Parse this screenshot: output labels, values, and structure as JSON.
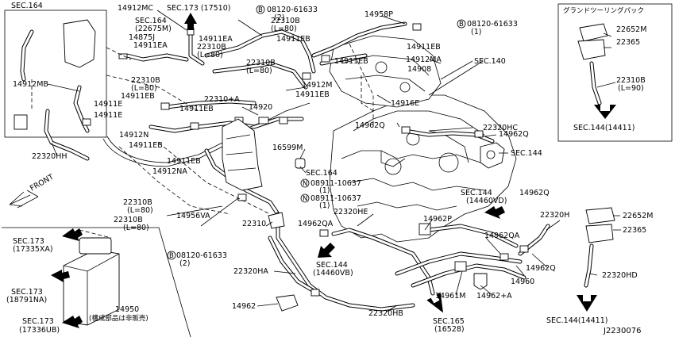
{
  "diagram_id": "J2230076",
  "labels": {
    "sec164_box_title": "SEC.164",
    "l_14912mc": "14912MC",
    "l_sec173_17510": "SEC.173 (17510)",
    "l_bolt_top1": "08120-61633",
    "l_bolt_top1_qty": "(2)",
    "l_sec164_22675m_a": "SEC.164",
    "l_sec164_22675m_b": "(22675M)",
    "l_14875j": "14875J",
    "l_14911ea_1": "14911EA",
    "l_14911ea_2": "14911EA",
    "l_22310b_l80_a": "22310B",
    "l_l80_a": "(L=80)",
    "l_22310b_l80_b": "22310B",
    "l_l80_b": "(L=80)",
    "l_14911eb_top": "14911EB",
    "l_22310b_l80_c": "22310B",
    "l_l80_c": "(L=80)",
    "l_14958p": "14958P",
    "l_bolt_top2": "08120-61633",
    "l_bolt_top2_qty": "(1)",
    "l_14911eb_r1": "14911EB",
    "l_14911eb_r2": "14911EB",
    "l_14912ma": "14912MA",
    "l_14908": "14908",
    "l_sec140": "SEC.140",
    "l_14912mb": "14912MB",
    "l_22310b_l80_d": "22310B",
    "l_l80_d": "(L=80)",
    "l_14911e_1": "14911E",
    "l_14911eb_l": "14911EB",
    "l_14911e_2": "14911E",
    "l_14911eb_m": "14911EB",
    "l_22310a": "22310+A",
    "l_14920": "14920",
    "l_14912m": "14912M",
    "l_14911eb_m2": "14911EB",
    "l_14916e": "14916E",
    "l_22320hc": "22320HC",
    "l_14962q_1": "14962Q",
    "l_14962q_2": "14962Q",
    "l_sec144_r": "SEC.144",
    "l_22320hh": "22320HH",
    "l_14912n": "14912N",
    "l_14911eb_l2": "14911EB",
    "l_16599m": "16599M",
    "l_14911eb_l3": "14911EB",
    "l_14912na": "14912NA",
    "l_sec164_c": "SEC.164",
    "l_nut1": "08911-10637",
    "l_nut1_qty": "(1)",
    "l_nut2": "08911-10637",
    "l_nut2_qty": "(1)",
    "l_front": "FRONT",
    "l_22310b_l80_e": "22310B",
    "l_l80_e": "(L=80)",
    "l_22310b_l80_f": "22310B",
    "l_l80_f": "(L=80)",
    "l_14956va": "14956VA",
    "l_22310": "22310",
    "l_22320he": "22320HE",
    "l_sec144_14460vd_a": "SEC.144",
    "l_sec144_14460vd_b": "(14460VD)",
    "l_14962q_3": "14962Q",
    "l_22320h": "22320H",
    "l_14962qa_1": "14962QA",
    "l_14962p": "14962P",
    "l_14962qa_2": "14962QA",
    "l_22652m_2": "22652M",
    "l_22365_2": "22365",
    "l_bolt_low": "08120-61633",
    "l_bolt_low_qty": "(2)",
    "l_sec144_14460vb_a": "SEC.144",
    "l_sec144_14460vb_b": "(14460VB)",
    "l_14962q_4": "14962Q",
    "l_22320ha": "22320HA",
    "l_14960": "14960",
    "l_22320hd": "22320HD",
    "l_14961m": "14961M",
    "l_14962a": "14962+A",
    "l_14962": "14962",
    "l_22320hb": "22320HB",
    "l_sec165_a": "SEC.165",
    "l_sec165_b": "(16528)",
    "l_sec144_14411_low": "SEC.144(14411)",
    "l_box_sec173_17335xa_a": "SEC.173",
    "l_box_sec173_17335xa_b": "(17335XA)",
    "l_box_sec173_18791na_a": "SEC.173",
    "l_box_sec173_18791na_b": "(18791NA)",
    "l_box_sec173_17336ub_a": "SEC.173",
    "l_box_sec173_17336ub_b": "(17336UB)",
    "l_14950": "14950",
    "l_14950_note": "(構成部品は非販売)",
    "inset_title": "グランドツーリングパック",
    "l_inset_22652m": "22652M",
    "l_inset_22365": "22365",
    "l_inset_22310b": "22310B",
    "l_inset_l90": "(L=90)",
    "l_inset_sec144": "SEC.144(14411)",
    "bolt_marker": "B",
    "nut_marker": "N"
  }
}
